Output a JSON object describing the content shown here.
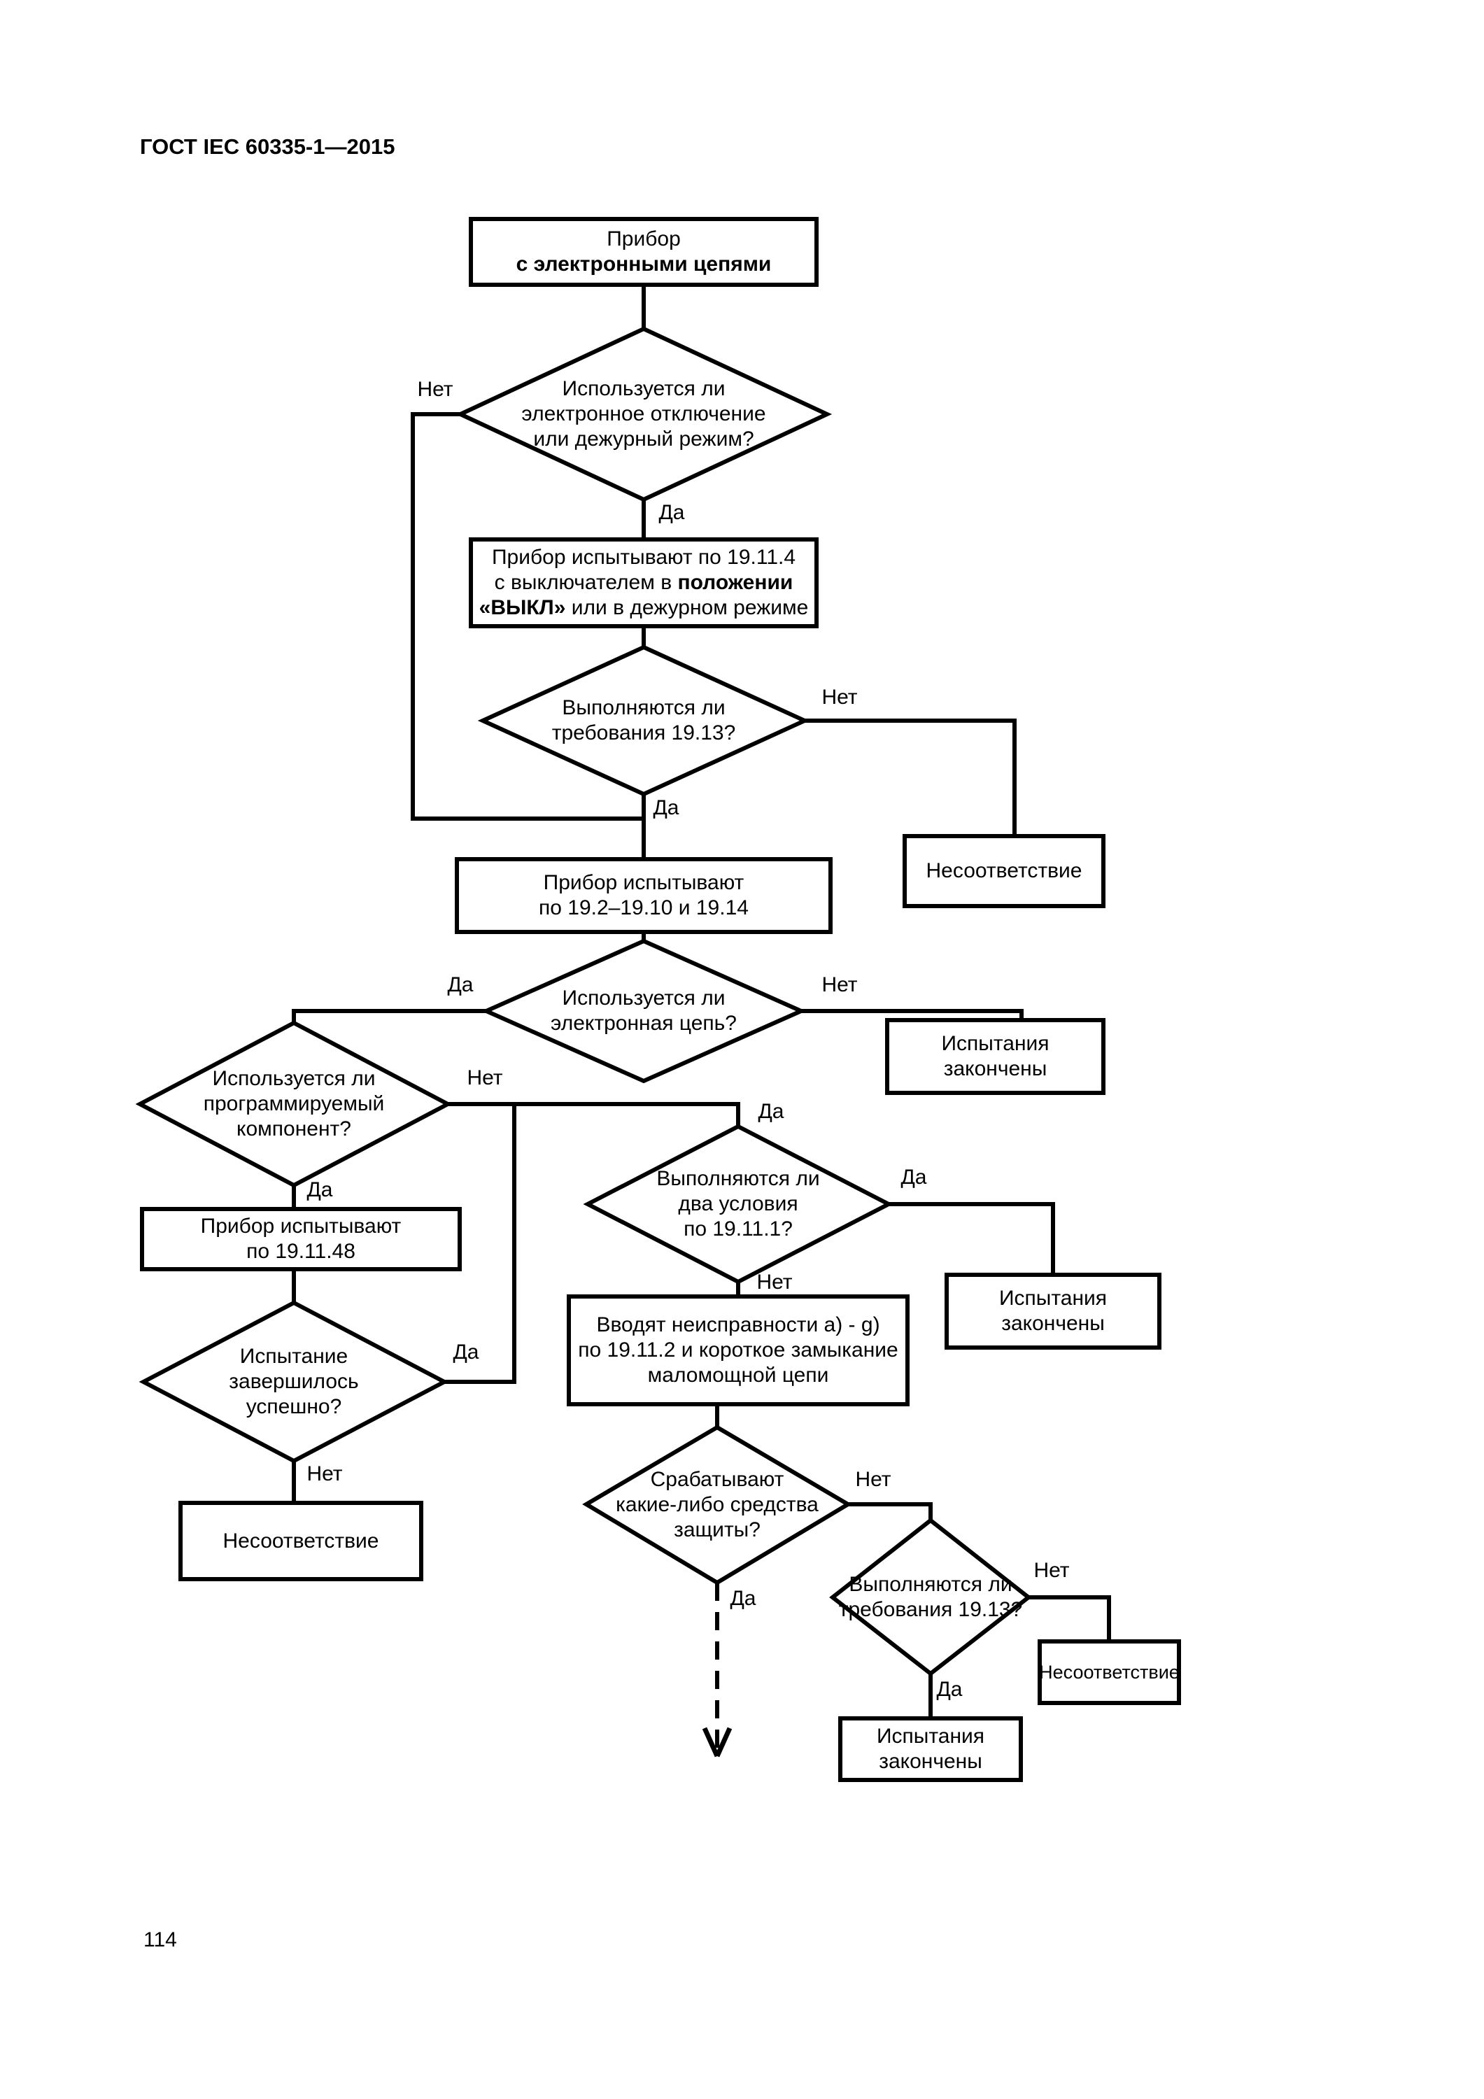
{
  "page": {
    "header": "ГОСТ IEC 60335-1—2015",
    "page_number": "114"
  },
  "colors": {
    "ink": "#000000",
    "paper": "#ffffff"
  },
  "nodes": {
    "start": {
      "line1": "Прибор",
      "line2_bold": "с электронными цепями"
    },
    "standby": {
      "lines": [
        "Используется ли",
        "электронное отключение",
        "или дежурный режим?"
      ]
    },
    "test19114": {
      "line1": "Прибор испытывают по 19.11.4",
      "line2_pre": "с выключателем в ",
      "line2_bold": "положении",
      "line3_bold": "«ВЫКЛ»",
      "line3_post": " или в дежурном режиме"
    },
    "req1913a": {
      "lines": [
        "Выполняются ли",
        "требования 19.13?"
      ]
    },
    "fail1": {
      "text": "Несоответствие"
    },
    "test192": {
      "lines": [
        "Прибор испытывают",
        "по 19.2–19.10 и 19.14"
      ]
    },
    "circuit": {
      "lines": [
        "Используется ли",
        "электронная цепь?"
      ]
    },
    "done1": {
      "lines": [
        "Испытания",
        "закончены"
      ]
    },
    "prog": {
      "lines": [
        "Используется ли",
        "программируемый",
        "компонент?"
      ]
    },
    "test191148": {
      "lines": [
        "Прибор испытывают",
        "по 19.11.48"
      ]
    },
    "success": {
      "lines": [
        "Испытание",
        "завершилось",
        "успешно?"
      ]
    },
    "fail2": {
      "text": "Несоответствие"
    },
    "two19111": {
      "lines": [
        "Выполняются ли",
        "два условия",
        "по 19.11.1?"
      ]
    },
    "done2": {
      "lines": [
        "Испытания",
        "закончены"
      ]
    },
    "faults": {
      "lines": [
        "Вводят неисправности a) - g)",
        "по 19.11.2 и короткое замыкание",
        "маломощной цепи"
      ]
    },
    "protect": {
      "lines": [
        "Срабатывают",
        "какие-либо средства",
        "защиты?"
      ]
    },
    "req1913b": {
      "lines": [
        "Выполняются ли",
        "требования 19.13?"
      ]
    },
    "fail3": {
      "text": "Несоответствие"
    },
    "done3": {
      "lines": [
        "Испытания",
        "закончены"
      ]
    }
  },
  "edge_labels": {
    "standby_no": "Нет",
    "standby_yes": "Да",
    "req1913a_no": "Нет",
    "req1913a_yes": "Да",
    "circuit_yes": "Да",
    "circuit_no": "Нет",
    "prog_no": "Нет",
    "prog_yes": "Да",
    "junction_two_yes": "Да",
    "success_yes": "Да",
    "success_no": "Нет",
    "two_yes": "Да",
    "two_no": "Нет",
    "protect_no": "Нет",
    "protect_yes": "Да",
    "req1913b_no": "Нет",
    "req1913b_yes": "Да"
  }
}
